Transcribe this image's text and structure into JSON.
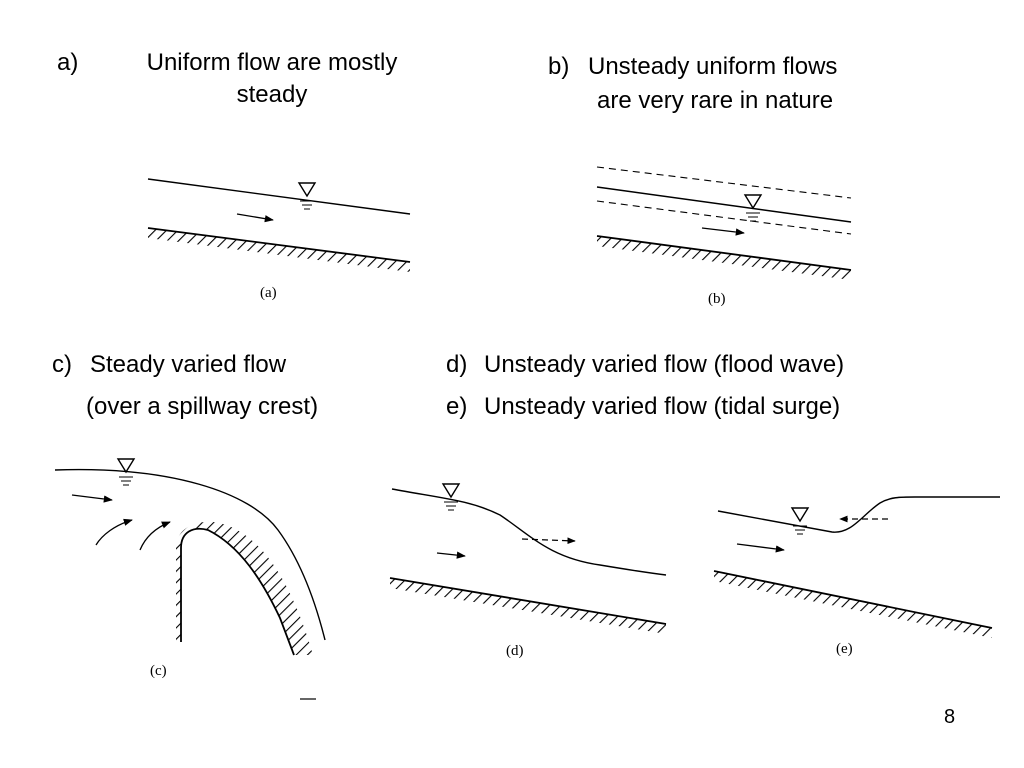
{
  "a": {
    "letter": "a)",
    "line1": "Uniform flow are mostly",
    "line2": "steady",
    "fig_caption": "(a)"
  },
  "b": {
    "letter": "b)",
    "line1": "Unsteady uniform flows",
    "line2": "are very rare in nature",
    "fig_caption": "(b)"
  },
  "c": {
    "letter": "c)",
    "line1": "Steady varied flow",
    "line2": "(over a spillway crest)",
    "fig_caption": "(c)"
  },
  "d": {
    "letter": "d)",
    "text": "Unsteady varied flow (flood wave)",
    "fig_caption": "(d)"
  },
  "e": {
    "letter": "e)",
    "text": "Unsteady varied flow (tidal surge)",
    "fig_caption": "(e)"
  },
  "page_number": "8"
}
